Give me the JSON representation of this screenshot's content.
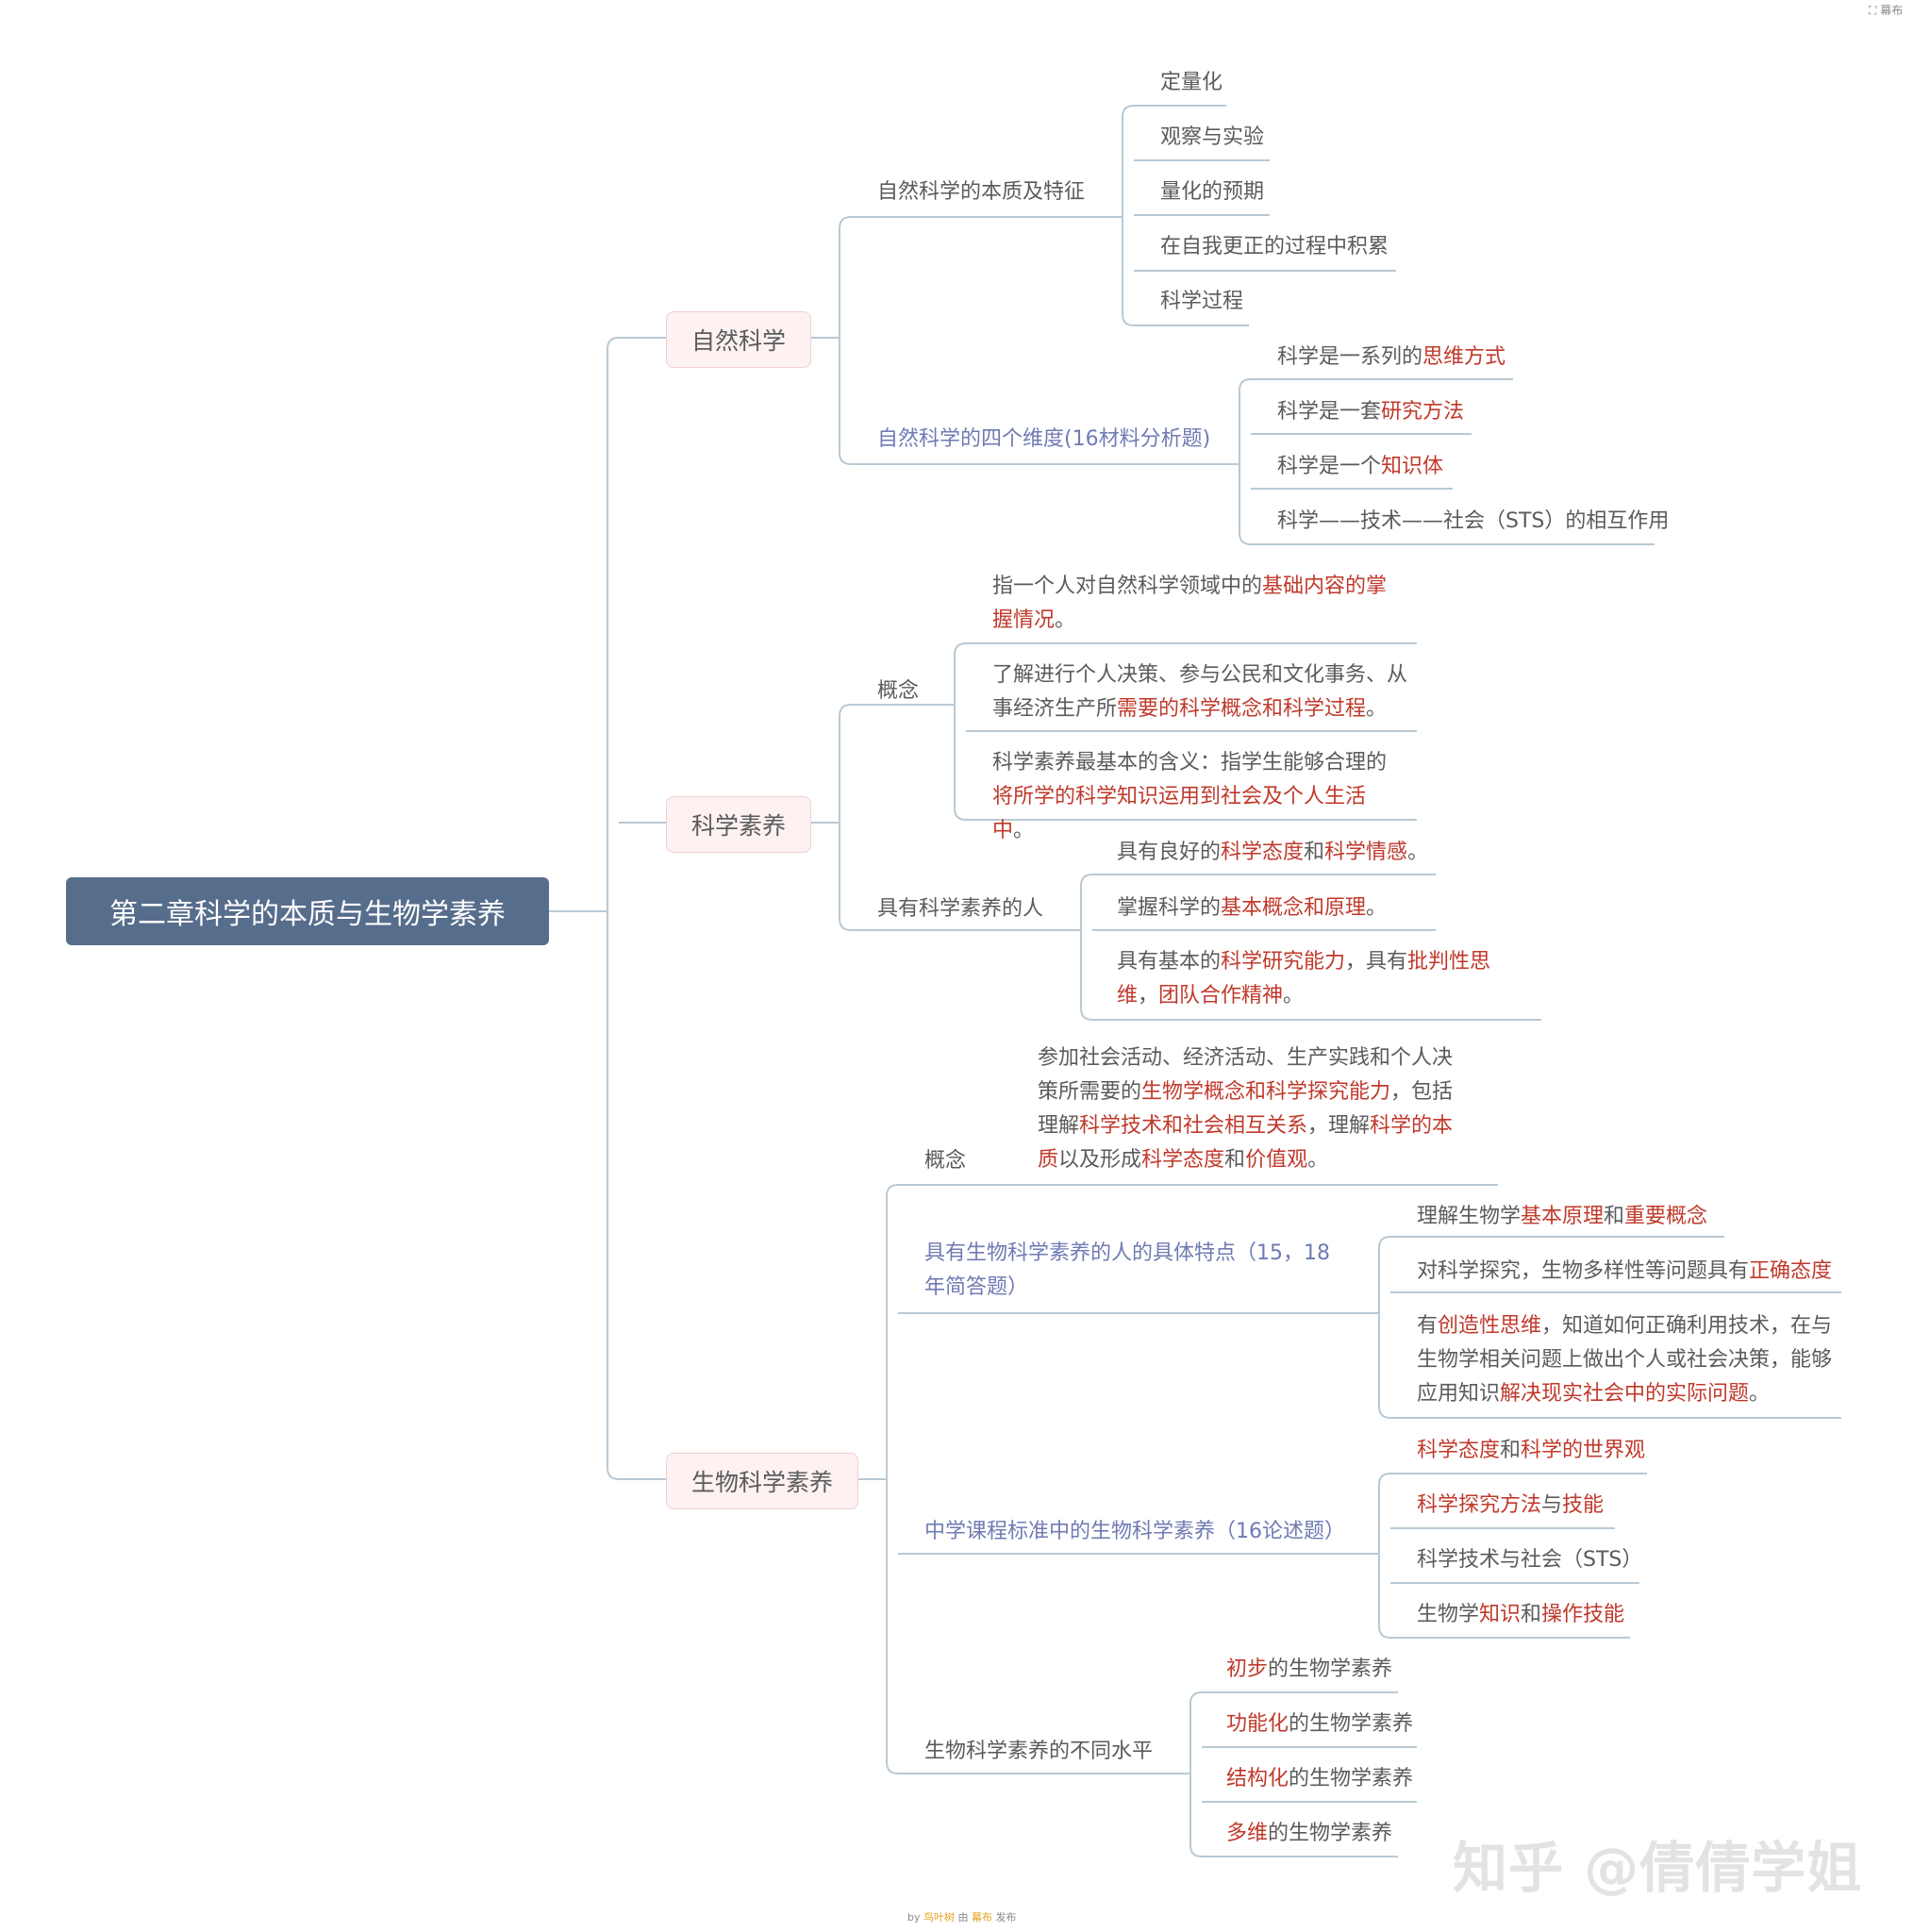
{
  "toolbar": {
    "icon": "expand-icon",
    "label": "幕布"
  },
  "root": {
    "label": "第二章科学的本质与生物学素养"
  },
  "colors": {
    "root_bg": "#576d8c",
    "node_bg": "#fdf1f1",
    "line": "#b9c9d4",
    "highlight": "#c0392b",
    "blue_text": "#6f7bb3"
  },
  "branches": [
    {
      "label": "自然科学",
      "children": [
        {
          "label": "自然科学的本质及特征",
          "items": [
            "定量化",
            "观察与实验",
            "量化的预期",
            "在自我更正的过程中积累",
            "科学过程"
          ]
        },
        {
          "label": "自然科学的四个维度(16材料分析题)",
          "items": [
            [
              {
                "t": "科学是一系列的"
              },
              {
                "t": "思维方式",
                "r": true
              }
            ],
            [
              {
                "t": "科学是一套"
              },
              {
                "t": "研究方法",
                "r": true
              }
            ],
            [
              {
                "t": "科学是一个"
              },
              {
                "t": "知识体",
                "r": true
              }
            ],
            [
              {
                "t": "科学——技术——社会（STS）的相互作用"
              }
            ]
          ]
        }
      ]
    },
    {
      "label": "科学素养",
      "children": [
        {
          "label": "概念",
          "items": [
            [
              {
                "t": "指一个人对自然科学领域中的"
              },
              {
                "t": "基础内容的掌握情况",
                "r": true
              },
              {
                "t": "。"
              }
            ],
            [
              {
                "t": "了解进行个人决策、参与公民和文化事务、从事经济生产所"
              },
              {
                "t": "需要的科学概念和科学过程",
                "r": true
              },
              {
                "t": "。"
              }
            ],
            [
              {
                "t": "科学素养最基本的含义：指学生能够合理的"
              },
              {
                "t": "将所学的科学知识运用到社会及个人生活中",
                "r": true
              },
              {
                "t": "。"
              }
            ]
          ]
        },
        {
          "label": "具有科学素养的人",
          "items": [
            [
              {
                "t": "具有良好的"
              },
              {
                "t": "科学态度",
                "r": true
              },
              {
                "t": "和"
              },
              {
                "t": "科学情感",
                "r": true
              },
              {
                "t": "。"
              }
            ],
            [
              {
                "t": "掌握科学的"
              },
              {
                "t": "基本概念和原理",
                "r": true
              },
              {
                "t": "。"
              }
            ],
            [
              {
                "t": "具有基本的"
              },
              {
                "t": "科学研究能力",
                "r": true
              },
              {
                "t": "，具有"
              },
              {
                "t": "批判性思维",
                "r": true
              },
              {
                "t": "，"
              },
              {
                "t": "团队合作精神",
                "r": true
              },
              {
                "t": "。"
              }
            ]
          ]
        }
      ]
    },
    {
      "label": "生物科学素养",
      "children": [
        {
          "label": "概念",
          "items": [
            [
              {
                "t": "参加社会活动、经济活动、生产实践和个人决策所需要的"
              },
              {
                "t": "生物学概念和科学探究能力",
                "r": true
              },
              {
                "t": "，包括理解"
              },
              {
                "t": "科学技术和社会相互关系",
                "r": true
              },
              {
                "t": "，理解"
              },
              {
                "t": "科学的本质",
                "r": true
              },
              {
                "t": "以及形成"
              },
              {
                "t": "科学态度",
                "r": true
              },
              {
                "t": "和"
              },
              {
                "t": "价值观",
                "r": true
              },
              {
                "t": "。"
              }
            ]
          ]
        },
        {
          "label": "具有生物科学素养的人的具体特点（15，18年简答题）",
          "items": [
            [
              {
                "t": "理解生物学"
              },
              {
                "t": "基本原理",
                "r": true
              },
              {
                "t": "和"
              },
              {
                "t": "重要概念",
                "r": true
              }
            ],
            [
              {
                "t": "对科学探究，生物多样性等问题具有"
              },
              {
                "t": "正确态度",
                "r": true
              }
            ],
            [
              {
                "t": "有"
              },
              {
                "t": "创造性思维",
                "r": true
              },
              {
                "t": "，知道如何正确利用技术，在与生物学相关问题上做出个人或社会决策，能够应用知识"
              },
              {
                "t": "解决现实社会中的实际问题",
                "r": true
              },
              {
                "t": "。"
              }
            ]
          ]
        },
        {
          "label": "中学课程标准中的生物科学素养（16论述题）",
          "items": [
            [
              {
                "t": "科学态度",
                "r": true
              },
              {
                "t": "和"
              },
              {
                "t": "科学的世界观",
                "r": true
              }
            ],
            [
              {
                "t": "科学探究方法",
                "r": true
              },
              {
                "t": "与"
              },
              {
                "t": "技能",
                "r": true
              }
            ],
            [
              {
                "t": "科学技术与社会（STS）"
              }
            ],
            [
              {
                "t": "生物学"
              },
              {
                "t": "知识",
                "r": true
              },
              {
                "t": "和"
              },
              {
                "t": "操作技能",
                "r": true
              }
            ]
          ]
        },
        {
          "label": "生物科学素养的不同水平",
          "items": [
            [
              {
                "t": "初步",
                "r": true
              },
              {
                "t": "的生物学素养"
              }
            ],
            [
              {
                "t": "功能化",
                "r": true
              },
              {
                "t": "的生物学素养"
              }
            ],
            [
              {
                "t": "结构化",
                "r": true
              },
              {
                "t": "的生物学素养"
              }
            ],
            [
              {
                "t": "多维",
                "r": true
              },
              {
                "t": "的生物学素养"
              }
            ]
          ]
        }
      ]
    }
  ],
  "watermark": "知乎 @倩倩学姐",
  "footer": {
    "by": "by",
    "author": "鸟叶树",
    "via": "由",
    "brand": "幕布",
    "action": "发布"
  }
}
